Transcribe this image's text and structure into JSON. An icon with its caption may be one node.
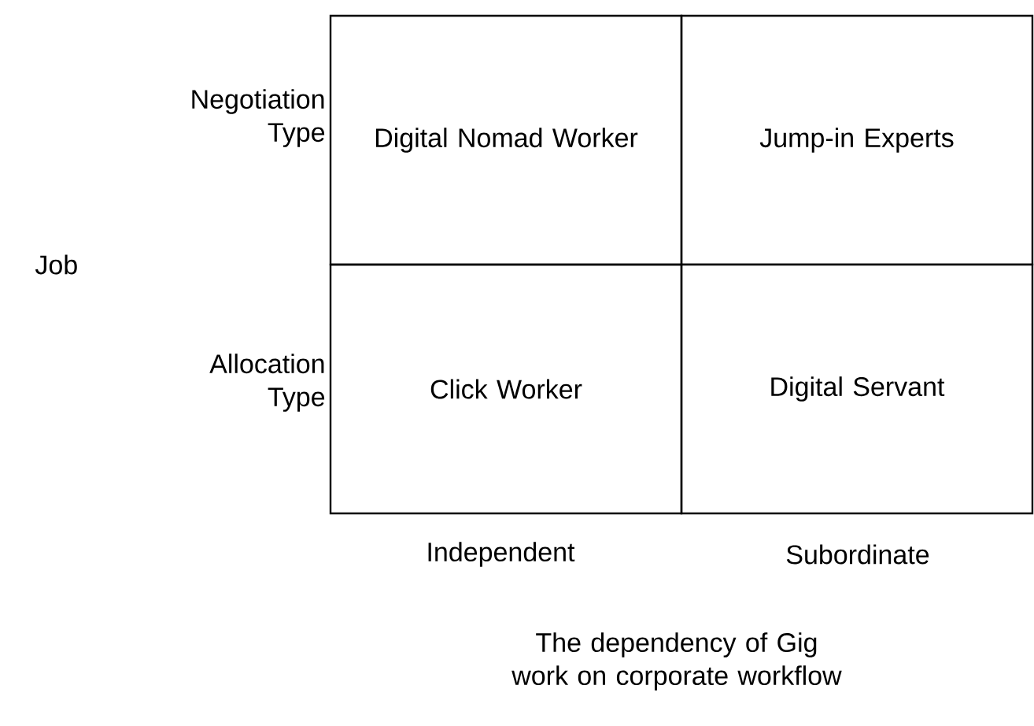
{
  "diagram": {
    "nodes": [
      {
        "text": [
          "Digital Nomad Worker"
        ]
      },
      {
        "text": [
          "Jump-in Experts"
        ]
      },
      {
        "text": [
          "Click Worker"
        ]
      },
      {
        "text": [
          "Digital Servant"
        ]
      }
    ],
    "edges": [],
    "labels": [
      "Negotiation Type",
      "Job",
      "Allocation Type",
      "Independent",
      "Subordinate",
      "The dependency of Gig work on corporate workflow"
    ]
  }
}
